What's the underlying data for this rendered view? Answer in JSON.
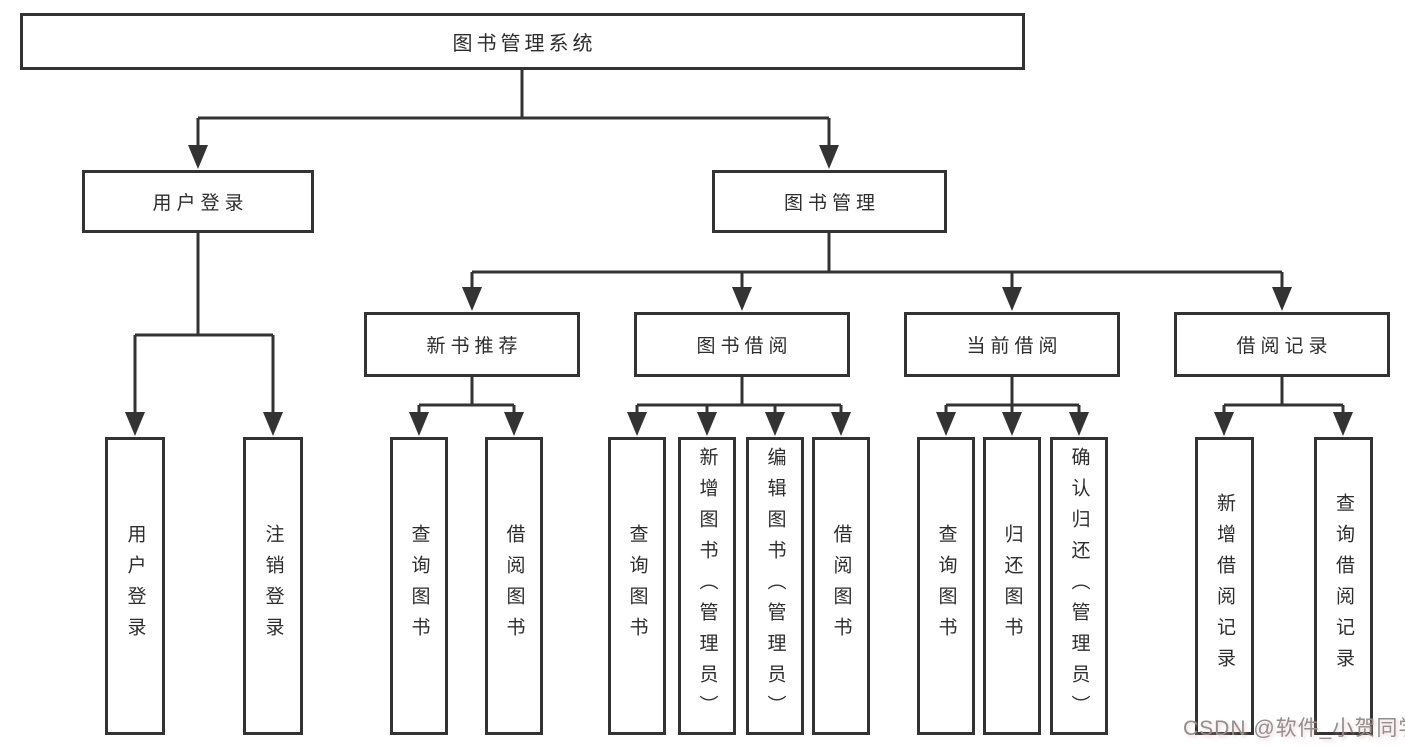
{
  "tree": {
    "label": "图书管理系统",
    "children": [
      {
        "label": "用户登录",
        "children": [
          {
            "label": "用户登录"
          },
          {
            "label": "注销登录"
          }
        ]
      },
      {
        "label": "图书管理",
        "children": [
          {
            "label": "新书推荐",
            "children": [
              {
                "label": "查询图书"
              },
              {
                "label": "借阅图书"
              }
            ]
          },
          {
            "label": "图书借阅",
            "children": [
              {
                "label": "查询图书"
              },
              {
                "label": "新增图书（管理员）"
              },
              {
                "label": "编辑图书（管理员）"
              },
              {
                "label": "借阅图书"
              }
            ]
          },
          {
            "label": "当前借阅",
            "children": [
              {
                "label": "查询图书"
              },
              {
                "label": "归还图书"
              },
              {
                "label": "确认归还（管理员）"
              }
            ]
          },
          {
            "label": "借阅记录",
            "children": [
              {
                "label": "新增借阅记录"
              },
              {
                "label": "查询借阅记录"
              }
            ]
          }
        ]
      }
    ]
  },
  "watermark": {
    "text": "CSDN @软件_小贺同学"
  },
  "colors": {
    "line": "#333333",
    "text": "#2d2d2d",
    "box_fill": "#ffffff",
    "watermark": "#8f8f8f",
    "watermark_tint": "#e8a9a9"
  }
}
